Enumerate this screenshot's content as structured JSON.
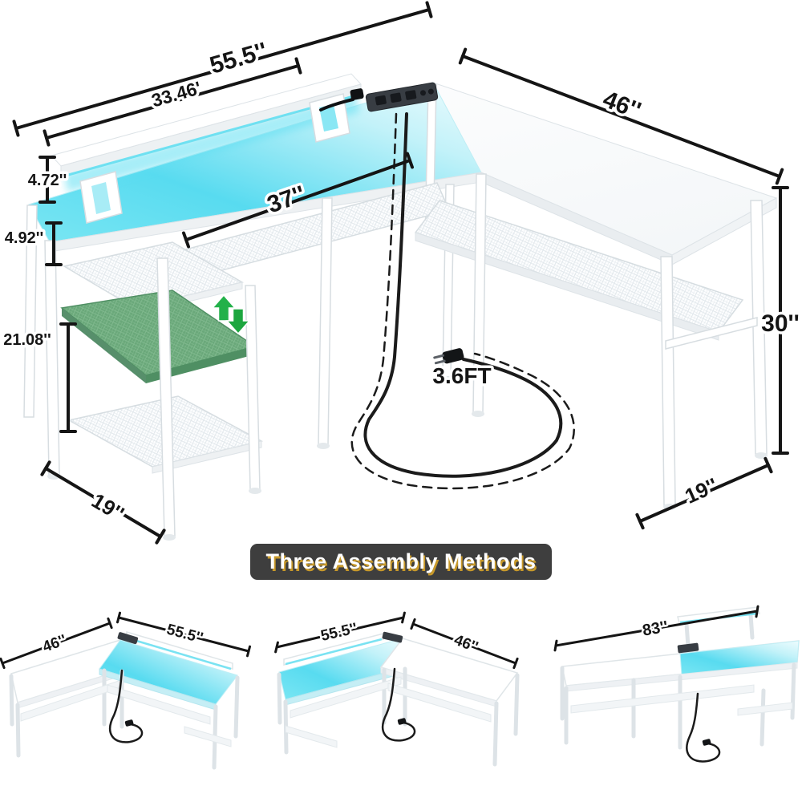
{
  "main_diagram": {
    "dims": {
      "total_length": "55.5''",
      "stand_length": "33.46'",
      "right_length": "46''",
      "riser_height": "4.72''",
      "gap_height": "4.92''",
      "adjust_range": "21.08''",
      "left_width": "37''",
      "height": "30''",
      "left_depth": "19''",
      "right_depth": "19''",
      "cord_length": "3.6FT"
    }
  },
  "banner": {
    "label": "Three Assembly Methods"
  },
  "thumbnails": {
    "first": {
      "left": "46''",
      "right": "55.5''"
    },
    "second": {
      "left": "55.5''",
      "right": "46''"
    },
    "third": {
      "length": "83''"
    }
  },
  "colors": {
    "led_cyan": "#59ddf1",
    "led_pale": "#c9f3fa",
    "shelf_green": "#6aa87a",
    "shelf_green_dark": "#4f8f63",
    "arrow_green": "#23b14a",
    "arrow_green_dark": "#1ca63f",
    "dimension_black": "#151515",
    "banner_bg": "#3e3e3e",
    "banner_gold": "#c8992a",
    "power_strip_dark": "#383d43",
    "frame_white": "#ffffff",
    "outline_gray": "#dde3e7"
  }
}
